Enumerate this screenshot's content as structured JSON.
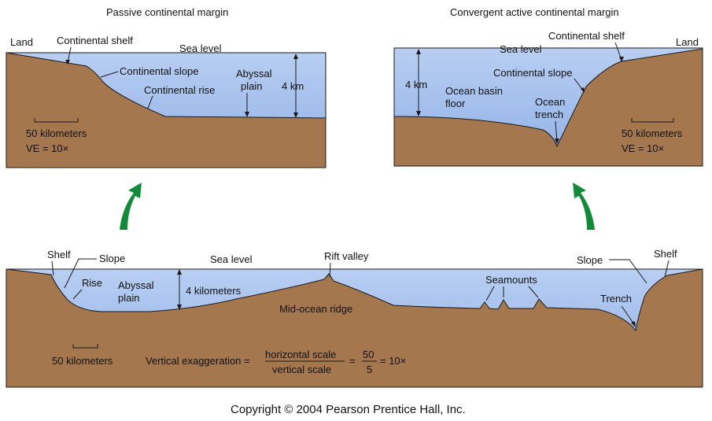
{
  "colors": {
    "water": "#b9cef2",
    "water_dark": "#8fb0e6",
    "rock": "#a5774f",
    "outline": "#1a1a1a",
    "arrow": "#138a3a"
  },
  "passive": {
    "title": "Passive continental margin",
    "land": "Land",
    "continental_shelf": "Continental shelf",
    "sea_level": "Sea level",
    "continental_slope": "Continental slope",
    "abyssal_plain_1": "Abyssal",
    "abyssal_plain_2": "plain",
    "depth": "4 km",
    "continental_rise": "Continental rise",
    "scale": "50 kilometers",
    "ve": "VE = 10×"
  },
  "active": {
    "title": "Convergent active continental margin",
    "continental_shelf": "Continental shelf",
    "land": "Land",
    "sea_level": "Sea level",
    "depth": "4 km",
    "continental_slope": "Continental slope",
    "basin_1": "Ocean basin",
    "basin_2": "floor",
    "trench_1": "Ocean",
    "trench_2": "trench",
    "scale": "50 kilometers",
    "ve": "VE = 10×"
  },
  "ocean": {
    "shelf_left": "Shelf",
    "slope_left": "Slope",
    "sea_level": "Sea level",
    "rift_valley": "Rift valley",
    "slope_right": "Slope",
    "shelf_right": "Shelf",
    "rise": "Rise",
    "abyssal_1": "Abyssal",
    "abyssal_2": "plain",
    "depth": "4 kilometers",
    "seamounts": "Seamounts",
    "ridge": "Mid-ocean ridge",
    "trench": "Trench",
    "scale": "50 kilometers",
    "ve_label": "Vertical exaggeration =",
    "ve_num": "horizontal scale",
    "ve_den": "vertical scale",
    "eq1": "=",
    "frac_num": "50",
    "frac_den": "5",
    "ve_result": "= 10×"
  },
  "copyright": "Copyright © 2004 Pearson Prentice Hall, Inc."
}
